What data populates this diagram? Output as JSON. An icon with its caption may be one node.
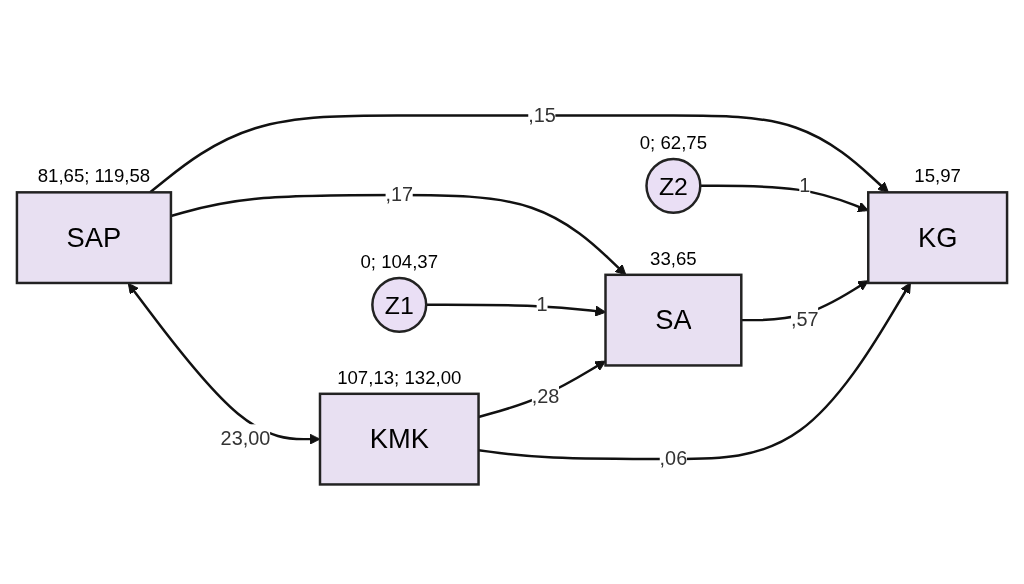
{
  "diagram": {
    "nodes": [
      {
        "text": [
          "SAP"
        ],
        "beside": [
          "81,65; 119,58"
        ]
      },
      {
        "text": [
          "Z2"
        ],
        "beside": [
          "0; 62,75"
        ]
      },
      {
        "text": [
          "Z1"
        ],
        "beside": [
          "0; 104,37"
        ]
      },
      {
        "text": [
          "SA"
        ],
        "beside": [
          "33,65"
        ]
      },
      {
        "text": [
          "KG"
        ],
        "beside": [
          "15,97"
        ]
      },
      {
        "text": [
          "KMK"
        ],
        "beside": [
          "107,13; 132,00"
        ]
      }
    ],
    "edges": [
      {
        "from": 0,
        "to": 3,
        "arrow": "to",
        "label": ",17"
      },
      {
        "from": 0,
        "to": 4,
        "arrow": "to",
        "label": ",15"
      },
      {
        "from": 1,
        "to": 4,
        "arrow": "to",
        "label": "1"
      },
      {
        "from": 2,
        "to": 3,
        "arrow": "to",
        "label": "1"
      },
      {
        "from": 3,
        "to": 4,
        "arrow": "to",
        "label": ",57"
      },
      {
        "from": 5,
        "to": 3,
        "arrow": "to",
        "label": ",28"
      },
      {
        "from": 5,
        "to": 4,
        "arrow": "to",
        "label": ",06"
      },
      {
        "from": 0,
        "to": 5,
        "arrow": "both",
        "label": "23,00"
      }
    ]
  }
}
